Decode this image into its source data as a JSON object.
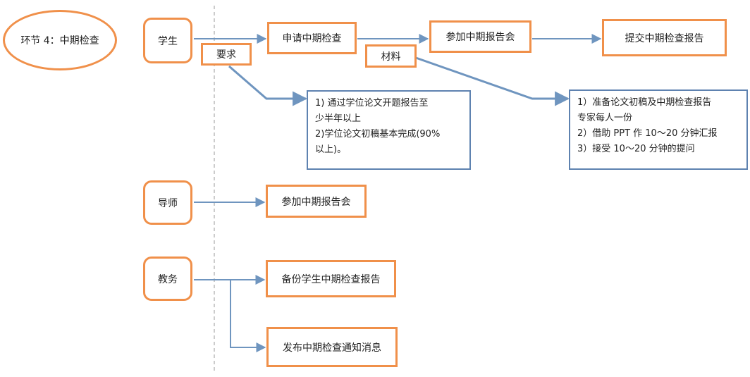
{
  "stage": {
    "label": "环节 4：中期检查"
  },
  "roles": {
    "student": "学生",
    "advisor": "导师",
    "academic_affairs": "教务"
  },
  "student_flow": {
    "apply": "申请中期检查",
    "attend": "参加中期报告会",
    "submit": "提交中期检查报告",
    "requirements_tag": "要求",
    "materials_tag": "材料",
    "requirements": [
      "1)   通过学位论文开题报告至",
      "少半年以上",
      "2)学位论文初稿基本完成(90%",
      "以上)。"
    ],
    "materials": [
      "1）准备论文初稿及中期检查报告",
      "专家每人一份",
      "2）借助 PPT 作 10～20   分钟汇报",
      "3）接受 10～20   分钟的提问"
    ]
  },
  "advisor_flow": {
    "attend": "参加中期报告会"
  },
  "affairs_flow": {
    "backup": "备份学生中期检查报告",
    "publish": "发布中期检查通知消息"
  },
  "colors": {
    "orange_border": "#F0904A",
    "blue_line": "#6F95BF",
    "dash_line": "#BBBBBB"
  }
}
